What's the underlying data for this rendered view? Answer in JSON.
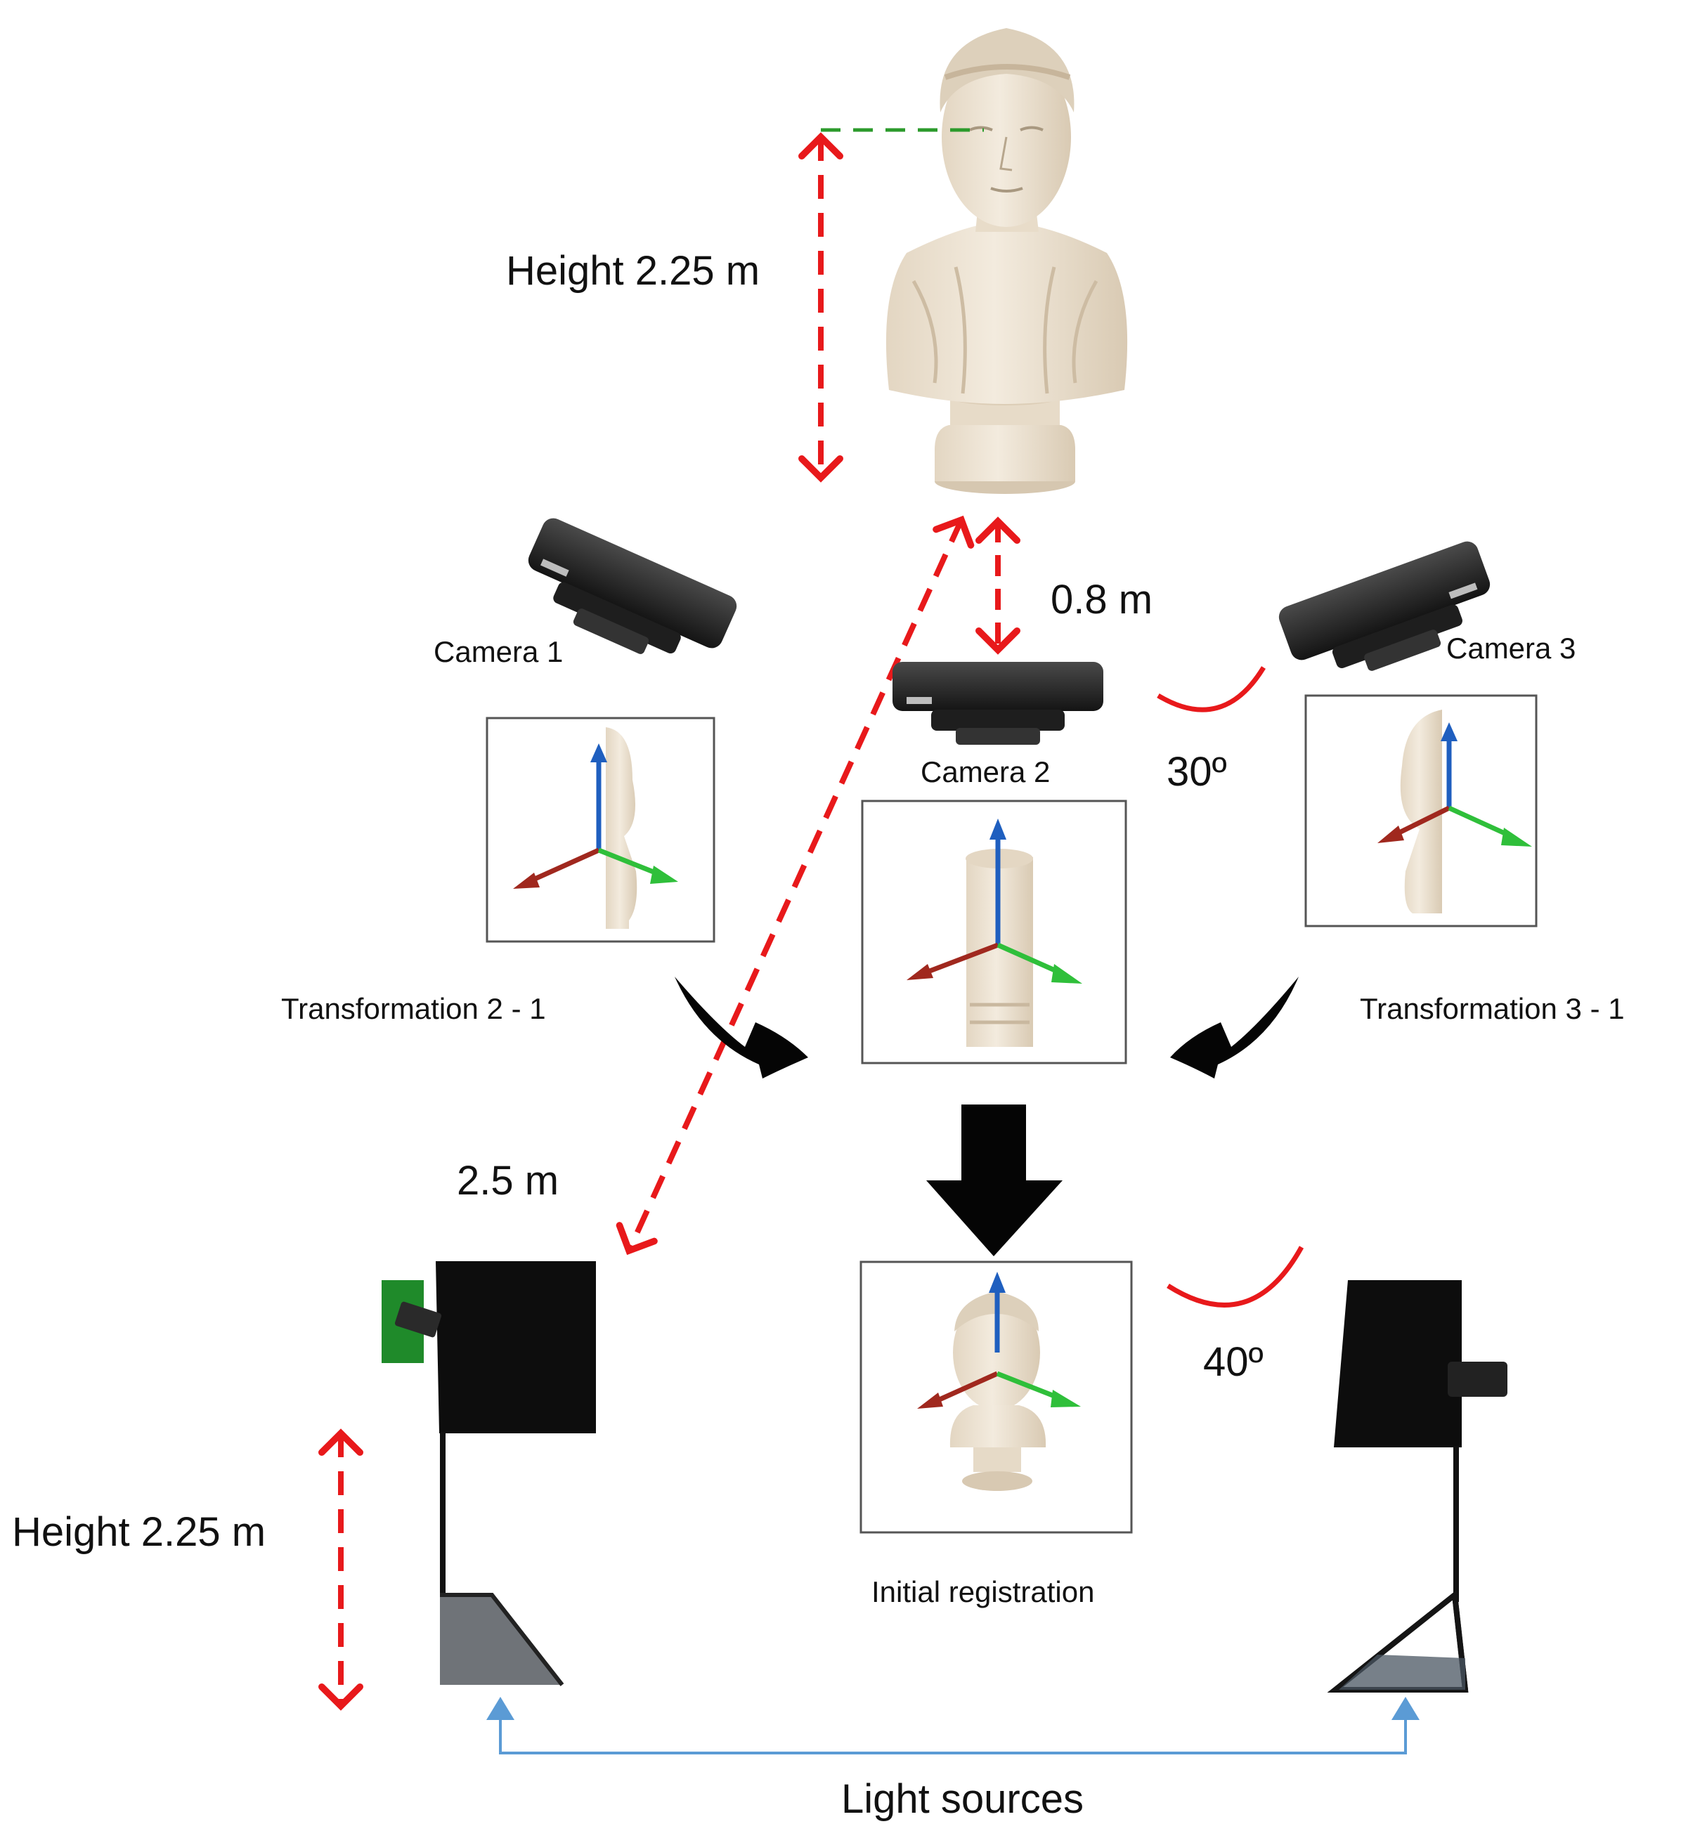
{
  "labels": {
    "height_top": "Height 2.25 m",
    "height_bottom": "Height 2.25 m",
    "distance_cam2": "0.8 m",
    "distance_light": "2.5 m",
    "angle_30": "30º",
    "angle_40": "40º",
    "camera1": "Camera 1",
    "camera2": "Camera 2",
    "camera3": "Camera 3",
    "transformation_21": "Transformation 2 - 1",
    "transformation_31": "Transformation 3 - 1",
    "initial_registration": "Initial registration",
    "light_sources": "Light sources"
  },
  "colors": {
    "dimension": "#e8191b",
    "eye_line": "#2b9a2b",
    "connector": "#5b9bd5",
    "axis_x": "#a0281e",
    "axis_y": "#2fbf3a",
    "axis_z": "#1f5fbf",
    "bust": "#eee3d2",
    "camera": "#2a2a2a",
    "arrow": "#050505"
  }
}
